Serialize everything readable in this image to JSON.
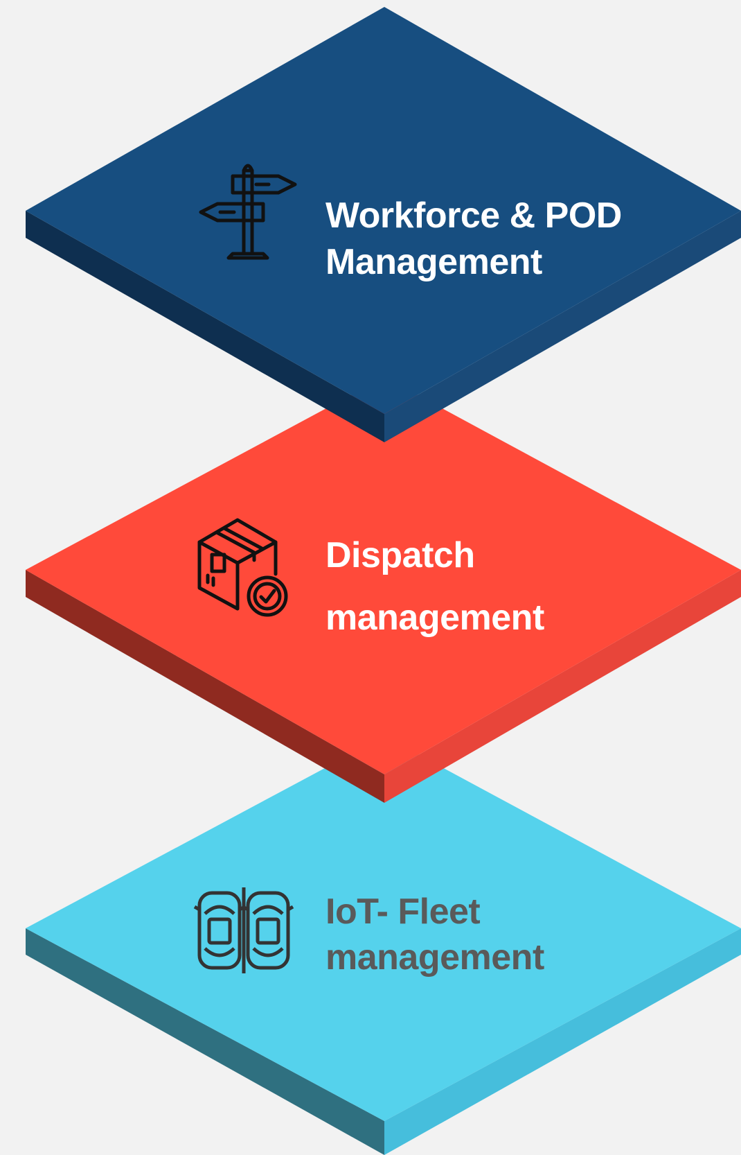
{
  "layers": [
    {
      "icon": "signpost-icon",
      "label_line1": "Workforce & POD",
      "label_line2": "Management",
      "colors": {
        "top": "#174e80",
        "left_side": "#0e2f50",
        "right_side": "#1a4a78",
        "text": "#ffffff",
        "icon": "#111111"
      }
    },
    {
      "icon": "package-check-icon",
      "label_line1": "Dispatch",
      "label_line2": "management",
      "colors": {
        "top": "#ff4a3a",
        "left_side": "#8f2a20",
        "right_side": "#e8453a",
        "text": "#ffffff",
        "icon": "#111111"
      }
    },
    {
      "icon": "cars-icon",
      "label_line1": "IoT- Fleet",
      "label_line2": "management",
      "colors": {
        "top": "#55d2ec",
        "left_side": "#2f7080",
        "right_side": "#46bedc",
        "text": "#5a5a5a",
        "icon": "#333333"
      }
    }
  ],
  "background_color": "#f2f2f2"
}
